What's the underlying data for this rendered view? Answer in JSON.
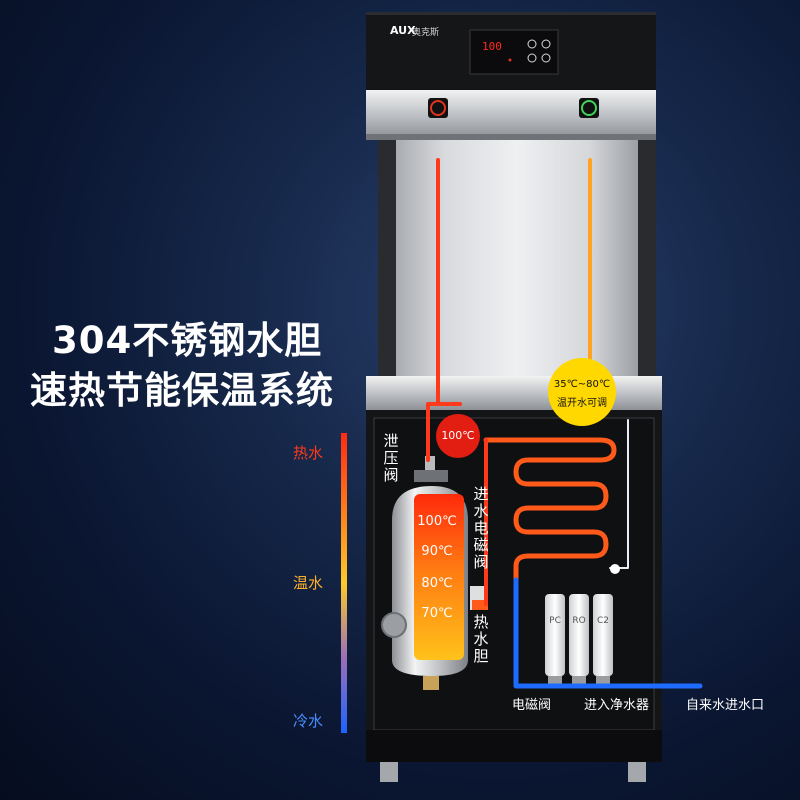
{
  "brand": {
    "logo": "AUX",
    "name": "奥克斯"
  },
  "display": {
    "readout": "100"
  },
  "headline": {
    "line1": "304不锈钢水胆",
    "line2": "速热节能保温系统"
  },
  "temperature_scale": {
    "hot": "热水",
    "warm": "温水",
    "cold": "冷水"
  },
  "labels": {
    "relief_valve": "泄压阀",
    "inlet_solenoid": "进水电磁阀",
    "hot_tank": "热水胆",
    "boil_temp": "100℃",
    "warm_range": "35℃~80℃",
    "warm_adjustable": "温开水可调",
    "solenoid_valve": "电磁阀",
    "enter_purifier": "进入净水器",
    "tap_inlet": "自来水进水口"
  },
  "tank_temps": [
    "100℃",
    "90℃",
    "80℃",
    "70℃"
  ],
  "filters": [
    "PC",
    "RO",
    "C2"
  ],
  "colors": {
    "hot_pipe": "#ff3a1a",
    "warm_pipe": "#ffa321",
    "cold_pipe": "#1e6bff",
    "badge_red": "#e21d12",
    "badge_yellow": "#ffd800"
  }
}
